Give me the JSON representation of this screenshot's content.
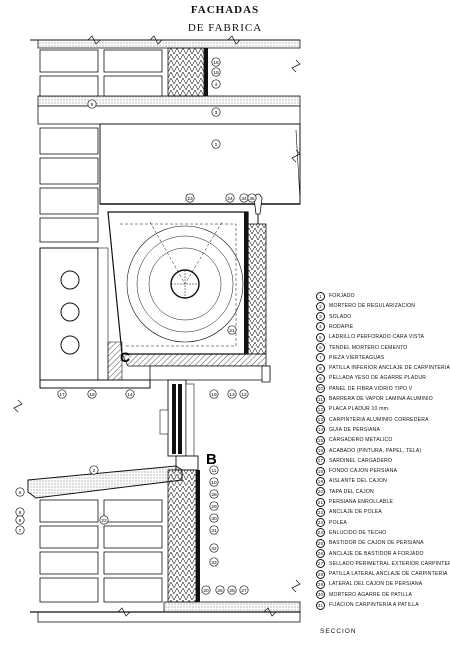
{
  "title_line1": "FACHADAS",
  "title_line2": "DE FABRICA",
  "caption": "SECCION",
  "big_letters": {
    "c": "C",
    "b": "B"
  },
  "callouts": [
    "16",
    "15",
    "4",
    "5",
    "3",
    "1",
    "23",
    "24",
    "34",
    "35",
    "21",
    "17",
    "18",
    "14",
    "19",
    "13",
    "12",
    "11",
    "10",
    "28",
    "29",
    "30",
    "31",
    "32",
    "33",
    "20",
    "26",
    "25",
    "9",
    "8",
    "7",
    "6",
    "22",
    "2",
    "27"
  ],
  "legend": [
    {
      "num": "1",
      "text": "FORJADO"
    },
    {
      "num": "2",
      "text": "MORTERO DE REGULARIZACION"
    },
    {
      "num": "3",
      "text": "SOLADO"
    },
    {
      "num": "4",
      "text": "RODAPIE"
    },
    {
      "num": "5",
      "text": "LADRILLO PERFORADO CARA VISTA"
    },
    {
      "num": "6",
      "text": "TENDEL MORTERO CEMENTO"
    },
    {
      "num": "7",
      "text": "PIEZA VIERTEAGUAS"
    },
    {
      "num": "8",
      "text": "PATILLA INFERIOR ANCLAJE DE CARPINTERIA"
    },
    {
      "num": "9",
      "text": "PELLADA YESO DE AGARRE PLADUR"
    },
    {
      "num": "10",
      "text": "PANEL DE FIBRA VIDRIO TIPO V"
    },
    {
      "num": "11",
      "text": "BARRERA DE VAPOR LAMINA ALUMINIO"
    },
    {
      "num": "12",
      "text": "PLACA PLADUR 10 mm."
    },
    {
      "num": "13",
      "text": "CARPINTERIA ALUMINIO CORREDERA"
    },
    {
      "num": "14",
      "text": "GUIA DE PERSIANA"
    },
    {
      "num": "15",
      "text": "CARGADERO METALICO"
    },
    {
      "num": "16",
      "text": "ACABADO (PINTURA, PAPEL, TELA)"
    },
    {
      "num": "17",
      "text": "SARDINEL CARGADERO"
    },
    {
      "num": "18",
      "text": "FONDO CAJON PERSIANA"
    },
    {
      "num": "19",
      "text": "AISLANTE DEL CAJON"
    },
    {
      "num": "20",
      "text": "TAPA DEL CAJON"
    },
    {
      "num": "21",
      "text": "PERSIANA ENROLLABLE"
    },
    {
      "num": "22",
      "text": "ANCLAJE DE POLEA"
    },
    {
      "num": "23",
      "text": "POLEA"
    },
    {
      "num": "24",
      "text": "ENLUCIDO DE TECHO"
    },
    {
      "num": "25",
      "text": "BASTIDOR DE CAJON DE PERSIANA"
    },
    {
      "num": "26",
      "text": "ANCLAJE DE BASTIDOR A FORJADO"
    },
    {
      "num": "27",
      "text": "SELLADO PERIMETRAL EXTERIOR CARPINTERIA"
    },
    {
      "num": "28",
      "text": "PATILLA LATERAL ANCLAJE DE CARPINTERIA"
    },
    {
      "num": "29",
      "text": "LATERAL DEL CAJON DE PERSIANA"
    },
    {
      "num": "30",
      "text": "MORTERO AGARRE DE PATILLA"
    },
    {
      "num": "31",
      "text": "FIJACION CARPINTERIA A PATILLA"
    }
  ]
}
